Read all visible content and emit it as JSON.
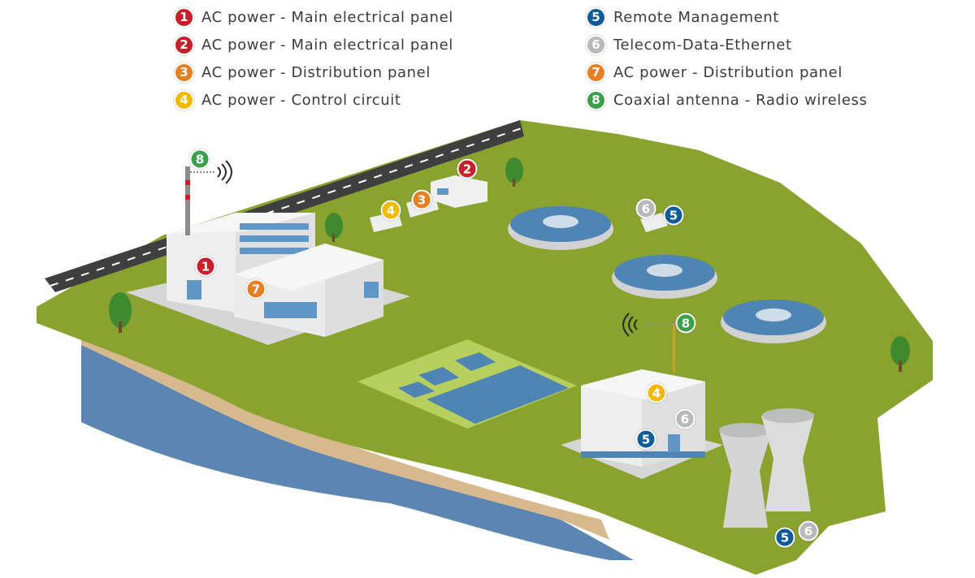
{
  "colors": {
    "red": "#c8202a",
    "orange": "#e67e22",
    "yellow": "#f5b800",
    "blue": "#0e5c9a",
    "gray": "#b9b9b9",
    "green": "#3aa04a",
    "grass": "#8aa32f",
    "water": "#5b86b3",
    "road": "#3f3f3f"
  },
  "legend": {
    "col1": [
      {
        "num": "1",
        "label": "AC power - Main electrical panel",
        "color": "#c8202a"
      },
      {
        "num": "2",
        "label": "AC power - Main electrical panel",
        "color": "#c8202a"
      },
      {
        "num": "3",
        "label": "AC power - Distribution panel",
        "color": "#e67e22"
      },
      {
        "num": "4",
        "label": "AC power - Control circuit",
        "color": "#f5b800"
      }
    ],
    "col2": [
      {
        "num": "5",
        "label": "Remote Management",
        "color": "#0e5c9a"
      },
      {
        "num": "6",
        "label": "Telecom-Data-Ethernet",
        "color": "#b9b9b9"
      },
      {
        "num": "7",
        "label": "AC power - Distribution panel",
        "color": "#e67e22"
      },
      {
        "num": "8",
        "label": "Coaxial antenna - Radio wireless",
        "color": "#3aa04a"
      }
    ]
  },
  "markers": [
    {
      "num": "8",
      "color": "#3aa04a",
      "icon": "antenna-wifi-icon"
    },
    {
      "num": "1",
      "color": "#c8202a",
      "icon": ""
    },
    {
      "num": "7",
      "color": "#e67e22",
      "icon": ""
    },
    {
      "num": "2",
      "color": "#c8202a",
      "icon": ""
    },
    {
      "num": "3",
      "color": "#e67e22",
      "icon": ""
    },
    {
      "num": "4",
      "color": "#f5b800",
      "icon": ""
    },
    {
      "num": "6",
      "color": "#b9b9b9",
      "icon": ""
    },
    {
      "num": "5",
      "color": "#0e5c9a",
      "icon": ""
    },
    {
      "num": "8",
      "color": "#3aa04a",
      "icon": "antenna-wifi-icon"
    },
    {
      "num": "4",
      "color": "#f5b800",
      "icon": ""
    },
    {
      "num": "6",
      "color": "#b9b9b9",
      "icon": ""
    },
    {
      "num": "5",
      "color": "#0e5c9a",
      "icon": ""
    },
    {
      "num": "5",
      "color": "#0e5c9a",
      "icon": ""
    },
    {
      "num": "6",
      "color": "#b9b9b9",
      "icon": ""
    }
  ]
}
